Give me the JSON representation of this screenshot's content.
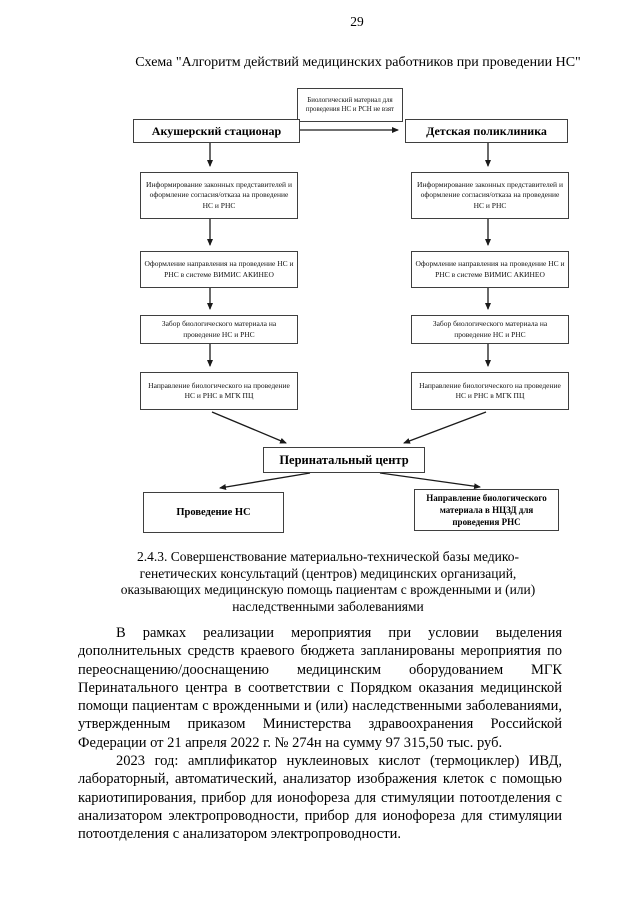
{
  "page": {
    "number": "29",
    "title": "Схема \"Алгоритм действий медицинских работников при проведении НС\""
  },
  "flowchart": {
    "start_note": "Биологический материал для проведения НС и РСН не взят",
    "left_header": "Акушерский стационар",
    "right_header": "Детская поликлиника",
    "steps": [
      "Информирование законных представителей и оформление согласия/отказа на проведение НС и РНС",
      "Оформление направления на проведение НС и РНС в системе ВИМИС АКИНЕО",
      "Забор биологического материала на проведение НС и РНС",
      "Направление биологического на проведение НС и РНС в МГК ПЦ"
    ],
    "center_node": "Перинатальный центр",
    "outcome_left": "Проведение НС",
    "outcome_right": "Направление биологического материала в НЦЗД для проведения РНС"
  },
  "section": {
    "heading": "2.4.3. Совершенствование материально-технической базы медико-\nгенетических консультаций (центров) медицинских организаций,\nоказывающих медицинскую помощь пациентам с врожденными и (или)\nнаследственными заболеваниями",
    "paragraphs": [
      "В рамках реализации мероприятия при условии выделения дополнительных средств краевого бюджета запланированы мероприятия по переоснащению/дооснащению медицинским оборудованием МГК Перинатального центра в соответствии с Порядком оказания медицинской помощи пациентам с врожденными и (или) наследственными заболеваниями, утвержденным приказом Министерства здравоохранения Российской Федерации от 21 апреля 2022 г. № 274н на сумму 97 315,50 тыс. руб.",
      "2023 год: амплификатор нуклеиновых кислот (термоциклер) ИВД, лабораторный, автоматический, анализатор изображения клеток с помощью кариотипирования, прибор для ионофореза для стимуляции потоотделения с анализатором электропроводности, прибор для ионофореза для стимуляции потоотделения с анализатором электропроводности."
    ]
  },
  "colors": {
    "text": "#000000",
    "box_border": "#3f3f3f",
    "background": "#ffffff"
  }
}
